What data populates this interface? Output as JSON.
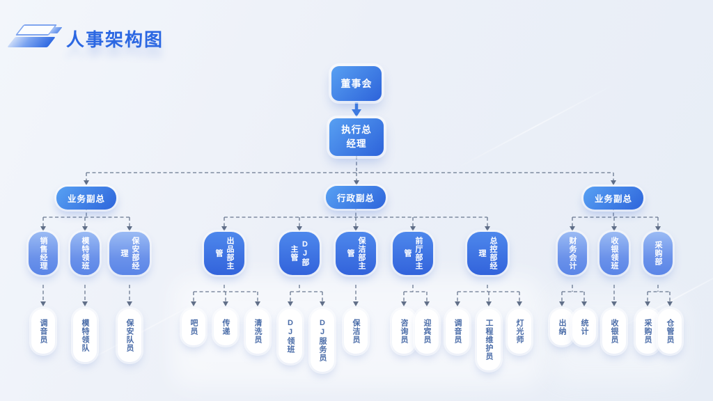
{
  "title": "人事架构图",
  "colors": {
    "accent_blue": "#2B67E2",
    "node_gradient_start": "#58A1F3",
    "node_gradient_end": "#2E65DB",
    "dept_light_top": "#9BBBF4",
    "dept_light_bottom": "#5A85E7",
    "dept_vivid_top": "#4E88EC",
    "dept_vivid_bottom": "#3263DB",
    "staff_text": "#4A6CA8",
    "connector": "#51617C",
    "background": "#EDF1F8"
  },
  "org": {
    "board": "董事会",
    "executive": "执行总经理",
    "branches": [
      {
        "head": "业务副总",
        "depts": [
          {
            "label": "销售经理",
            "children": [
              {
                "label": "调音员"
              }
            ]
          },
          {
            "label": "模特领班",
            "children": [
              {
                "label": "模特领队"
              }
            ]
          },
          {
            "label": "保安部经理",
            "children": [
              {
                "label": "保安队员"
              }
            ]
          }
        ]
      },
      {
        "head": "行政副总",
        "depts": [
          {
            "label": "出品部主管",
            "children": [
              {
                "label": "吧员"
              },
              {
                "label": "传递"
              },
              {
                "label": "清洗员"
              }
            ]
          },
          {
            "label": "DJ部主管",
            "children": [
              {
                "label": "DJ领班"
              },
              {
                "label": "DJ服务员"
              }
            ]
          },
          {
            "label": "保洁部主管",
            "children": [
              {
                "label": "保洁员"
              }
            ]
          },
          {
            "label": "前厅部主管",
            "children": [
              {
                "label": "咨询员"
              },
              {
                "label": "迎宾员"
              }
            ]
          },
          {
            "label": "总控部经理",
            "children": [
              {
                "label": "调音员"
              },
              {
                "label": "工程维护员"
              },
              {
                "label": "灯光师"
              }
            ]
          }
        ]
      },
      {
        "head": "业务副总",
        "depts": [
          {
            "label": "财务会计",
            "children": [
              {
                "label": "出纳"
              },
              {
                "label": "统计"
              }
            ]
          },
          {
            "label": "收银领班",
            "children": [
              {
                "label": "收银员"
              }
            ]
          },
          {
            "label": "采购部",
            "children": [
              {
                "label": "采购员"
              },
              {
                "label": "仓管员"
              }
            ]
          }
        ]
      }
    ]
  }
}
